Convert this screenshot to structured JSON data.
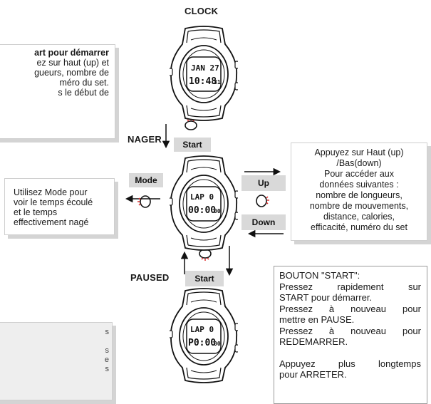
{
  "labels": {
    "clock": "CLOCK",
    "nager": "NAGER",
    "paused": "PAUSED"
  },
  "buttons": {
    "start_top": "Start",
    "start_bottom": "Start",
    "mode": "Mode",
    "up": "Up",
    "down": "Down"
  },
  "watches": {
    "clock": {
      "line1": "JAN 27",
      "line2": "10:48",
      "line2_small": "31"
    },
    "nager": {
      "line1": "LAP 0",
      "line2": "00:00",
      "line2_small": "00"
    },
    "paused": {
      "line1": "LAP 0",
      "line2": "P0:00",
      "line2_small": "00"
    }
  },
  "top_left_box": {
    "lines": [
      "art pour démarrer",
      "ez sur haut (up) et",
      "gueurs, nombre de",
      "méro du set.",
      "s le début de"
    ]
  },
  "mode_box": {
    "lines": [
      "Utilisez Mode pour",
      "voir le temps écoulé",
      "et le temps",
      "effectivement nagé"
    ]
  },
  "updown_box": {
    "lines": [
      "Appuyez sur  Haut (up)",
      "/Bas(down)",
      "Pour accéder aux",
      "données suivantes :",
      "nombre de longueurs,",
      "nombre de mouvements,",
      "distance, calories,",
      "efficacité, numéro du set"
    ]
  },
  "start_box": {
    "lines": [
      "BOUTON \"START\":",
      "Pressez   rapidement   sur",
      "START pour démarrer.",
      "Pressez   à   nouveau   pour",
      "mettre en PAUSE.",
      "Pressez   à   nouveau   pour",
      "REDEMARRER.",
      "",
      "Appuyez  plus  longtemps",
      "pour ARRETER."
    ]
  },
  "bottom_left_box": {
    "lines": [
      "s",
      "",
      "s",
      "e",
      "s"
    ]
  },
  "colors": {
    "tag_bg": "#d9d9d9",
    "press_red": "#e23030",
    "shadow": "#d4d4d4"
  }
}
